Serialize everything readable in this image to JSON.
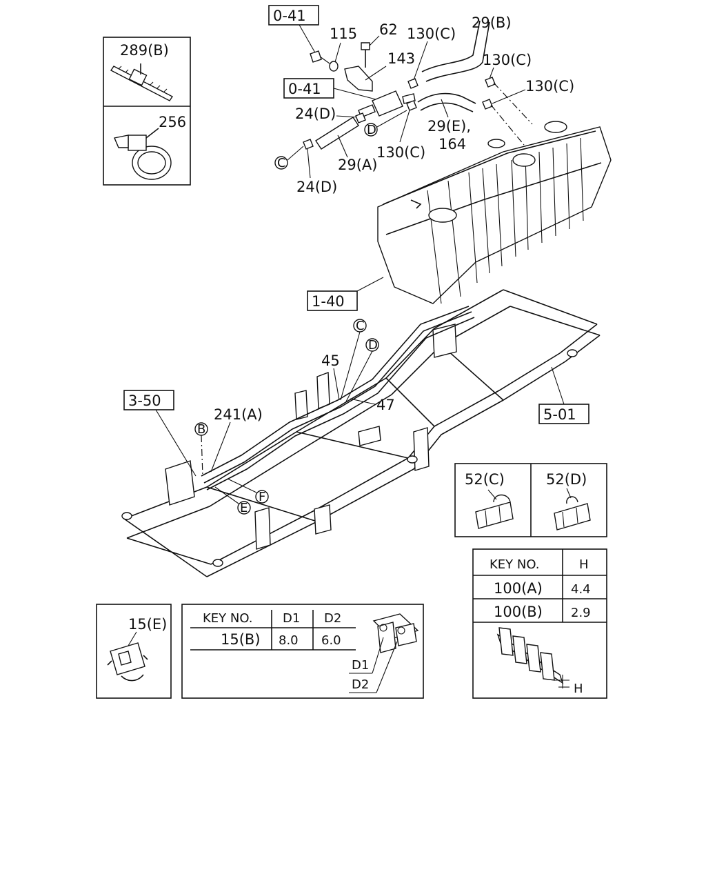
{
  "callouts": {
    "ref_041_top": "0-41",
    "ref_041_mid": "0-41",
    "ref_140": "1-40",
    "ref_350": "3-50",
    "ref_501": "5-01",
    "p115": "115",
    "p62": "62",
    "p143": "143",
    "p130c_a": "130(C)",
    "p130c_b": "130(C)",
    "p130c_c": "130(C)",
    "p130c_d": "130(C)",
    "p29b": "29(B)",
    "p29e": "29(E),",
    "p164": "164",
    "p24d_top": "24(D)",
    "p24d_bot": "24(D)",
    "p29a": "29(A)",
    "p45": "45",
    "p47": "47",
    "p241a": "241(A)",
    "circle_c_top": "C",
    "circle_d_top": "D",
    "circle_c_frame": "C",
    "circle_d_frame": "D",
    "circle_b": "B",
    "circle_e": "E",
    "circle_f": "F"
  },
  "insets": {
    "p289b": "289(B)",
    "p256": "256",
    "p52c": "52(C)",
    "p52d": "52(D)",
    "p15e": "15(E)"
  },
  "table_d": {
    "headers": [
      "KEY NO.",
      "D1",
      "D2"
    ],
    "rows": [
      [
        "15(B)",
        "8.0",
        "6.0"
      ]
    ],
    "dim1": "D1",
    "dim2": "D2"
  },
  "table_h": {
    "headers": [
      "KEY NO.",
      "H"
    ],
    "rows": [
      [
        "100(A)",
        "4.4"
      ],
      [
        "100(B)",
        "2.9"
      ]
    ],
    "dim": "H"
  }
}
